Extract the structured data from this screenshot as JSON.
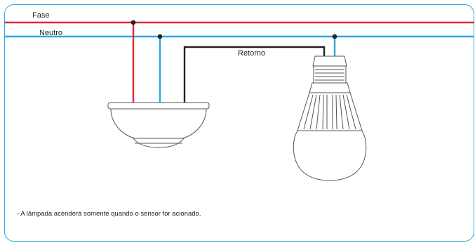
{
  "labels": {
    "fase": "Fase",
    "neutro": "Neutro",
    "retorno": "Retorno"
  },
  "note": "- A lâmpada acenderá somente quando o sensor for acionado.",
  "colors": {
    "fase": "#e32636",
    "neutro": "#2aa7e0",
    "retorno": "#222222",
    "frame": "#2aa7e0",
    "outline": "#555555"
  }
}
